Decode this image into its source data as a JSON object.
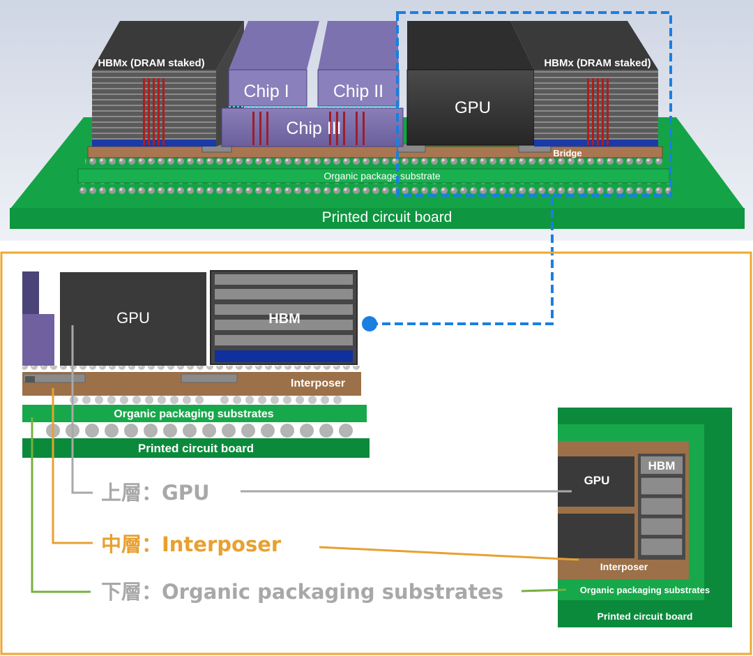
{
  "top_render": {
    "hbm_left_label": "HBMx (DRAM staked)",
    "hbm_right_label": "HBMx (DRAM staked)",
    "chip1_label": "Chip I",
    "chip2_label": "Chip II",
    "chip3_label": "Chip III",
    "gpu_label": "GPU",
    "bridge_label": "Bridge",
    "substrate_label": "Organic package substrate",
    "pcb_label": "Printed circuit board"
  },
  "cross_section": {
    "gpu_label": "GPU",
    "hbm_label": "HBM",
    "interposer_label": "Interposer",
    "substrate_label": "Organic packaging substrates",
    "pcb_label": "Printed circuit board"
  },
  "legend": {
    "upper": "上層：GPU",
    "middle": "中層：Interposer",
    "lower": "下層：Organic packaging substrates"
  },
  "top_view": {
    "gpu_label": "GPU",
    "hbm_label": "HBM",
    "interposer_label": "Interposer",
    "substrate_label": "Organic packaging substrates",
    "pcb_label": "Printed circuit board"
  },
  "colors": {
    "callout_blue": "#1a7fe0",
    "frame_orange": "#f0a830",
    "interposer_brown": "#9c7048",
    "substrate_green": "#17a84b",
    "pcb_green": "#0c8a3c",
    "upper_gray": "#a8a8a8",
    "middle_orange": "#e8a030",
    "lower_green": "#78b040"
  }
}
